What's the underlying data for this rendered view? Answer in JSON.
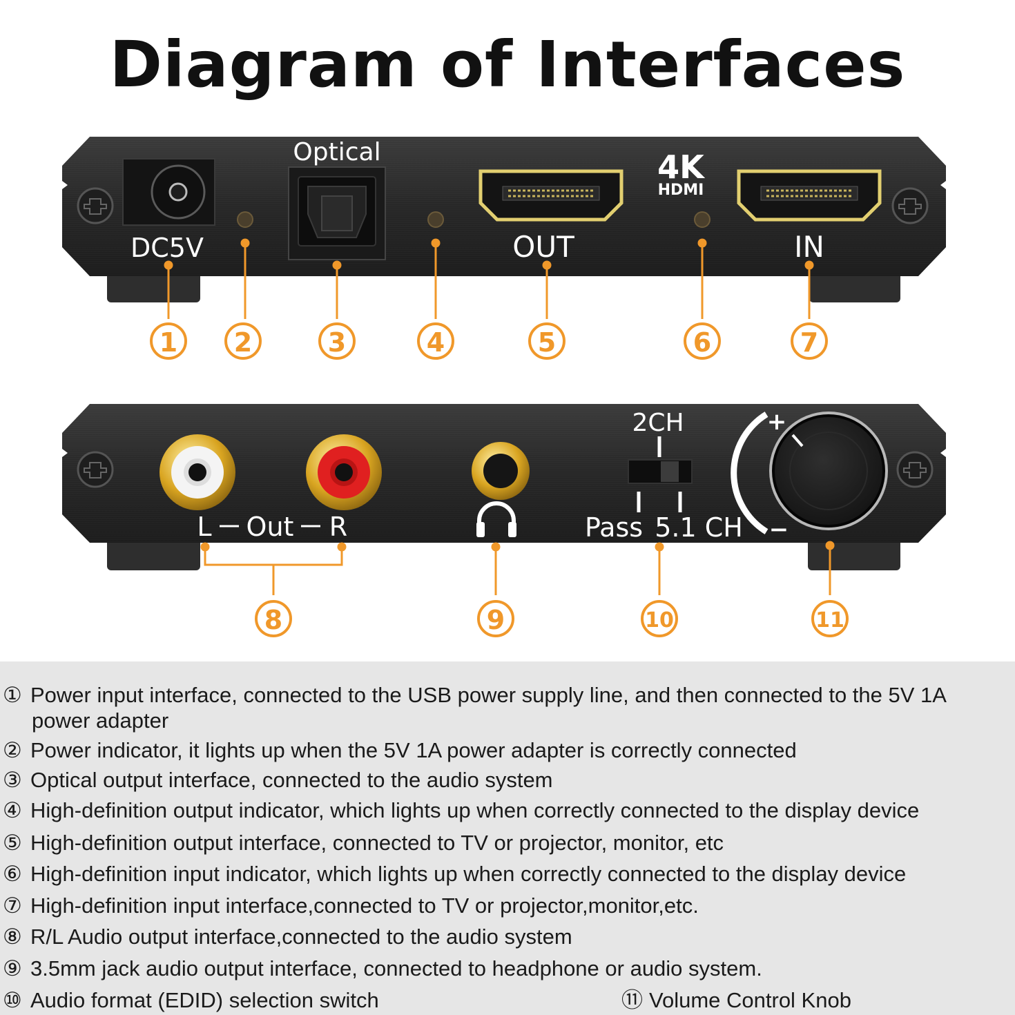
{
  "title": "Diagram of Interfaces",
  "top_panel": {
    "labels": {
      "dc": "DC5V",
      "optical": "Optical",
      "out": "OUT",
      "in": "IN",
      "badge_4k": "4K",
      "badge_hdmi": "HDMI"
    },
    "callouts": [
      "①",
      "②",
      "③",
      "④",
      "⑤",
      "⑥",
      "⑦"
    ]
  },
  "bottom_panel": {
    "labels": {
      "l": "L",
      "out": "Out",
      "r": "R",
      "ch2": "2CH",
      "pass": "Pass",
      "ch51": "5.1 CH",
      "plus": "+",
      "minus": "−"
    },
    "callouts": [
      "⑧",
      "⑨",
      "⑩",
      "⑪"
    ]
  },
  "legend": {
    "items": [
      {
        "num": "①",
        "text": "Power input interface, connected to the USB power supply line, and then connected to the 5V 1A",
        "cont": "power adapter"
      },
      {
        "num": "②",
        "text": "Power indicator, it lights up when the 5V 1A power adapter is correctly connected"
      },
      {
        "num": "③",
        "text": "Optical output interface, connected to the audio system"
      },
      {
        "num": "④",
        "text": "High-definition output indicator, which lights up when correctly connected to the display device"
      },
      {
        "num": "⑤",
        "text": "High-definition output interface, connected to TV or projector, monitor, etc"
      },
      {
        "num": "⑥",
        "text": "High-definition input indicator, which lights up when correctly connected to the display device"
      },
      {
        "num": "⑦",
        "text": "High-definition input interface,connected to TV or projector,monitor,etc."
      },
      {
        "num": "⑧",
        "text": "R/L Audio output interface,connected to the audio system"
      },
      {
        "num": "⑨",
        "text": "3.5mm jack audio output interface, connected to headphone or audio system."
      },
      {
        "num": "⑩",
        "text": "Audio format (EDID) selection switch"
      },
      {
        "num": "⑪",
        "text": "Volume Control Knob"
      }
    ]
  },
  "colors": {
    "accent": "#f0982a",
    "panel": "#2a2a2a",
    "gold": "#d8b84a",
    "rca_left": "#ffffff",
    "rca_right": "#e02020"
  }
}
